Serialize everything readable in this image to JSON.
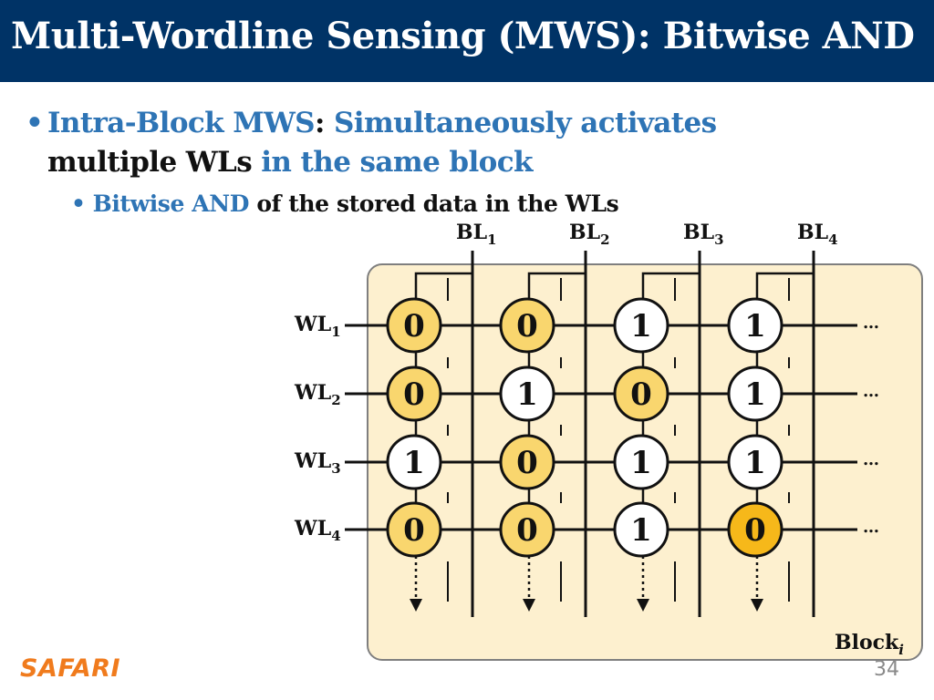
{
  "slide": {
    "title": "Multi-Wordline Sensing (MWS): Bitwise AND",
    "bullet1": {
      "lead": "Intra-Block MWS",
      "colon": ":",
      "text1": "Simultaneously activates",
      "text2": "multiple WLs",
      "text3": "in the same block"
    },
    "bullet2": {
      "lead": "Bitwise AND",
      "text": "of the stored data in the WLs"
    },
    "footer": {
      "logo": "SAFARI",
      "page": "34"
    }
  },
  "diagram": {
    "block_label_main": "Block",
    "block_label_sub": "i",
    "ellipsis": "…",
    "bitlines": [
      {
        "main": "BL",
        "sub": "1"
      },
      {
        "main": "BL",
        "sub": "2"
      },
      {
        "main": "BL",
        "sub": "3"
      },
      {
        "main": "BL",
        "sub": "4"
      }
    ],
    "wordlines": [
      {
        "main": "WL",
        "sub": "1"
      },
      {
        "main": "WL",
        "sub": "2"
      },
      {
        "main": "WL",
        "sub": "3"
      },
      {
        "main": "WL",
        "sub": "4"
      }
    ],
    "cells": [
      [
        {
          "v": "0",
          "hl": true
        },
        {
          "v": "0",
          "hl": true
        },
        {
          "v": "1",
          "hl": false
        },
        {
          "v": "1",
          "hl": false
        }
      ],
      [
        {
          "v": "0",
          "hl": true
        },
        {
          "v": "1",
          "hl": false
        },
        {
          "v": "0",
          "hl": true
        },
        {
          "v": "1",
          "hl": false
        }
      ],
      [
        {
          "v": "1",
          "hl": false
        },
        {
          "v": "0",
          "hl": true
        },
        {
          "v": "1",
          "hl": false
        },
        {
          "v": "1",
          "hl": false
        }
      ],
      [
        {
          "v": "0",
          "hl": true
        },
        {
          "v": "0",
          "hl": true
        },
        {
          "v": "1",
          "hl": false
        },
        {
          "v": "0",
          "hl": "strong"
        }
      ]
    ],
    "colors": {
      "block_fill": "#fdf0cf",
      "block_stroke": "#7f7f7f",
      "cell_highlight": "#f9d66e",
      "cell_strong": "#f6b81a",
      "cell_plain": "#ffffff",
      "line": "#111111",
      "title_bar": "#003366",
      "accent_blue": "#2e74b5",
      "logo_orange": "#f07b1d"
    }
  }
}
